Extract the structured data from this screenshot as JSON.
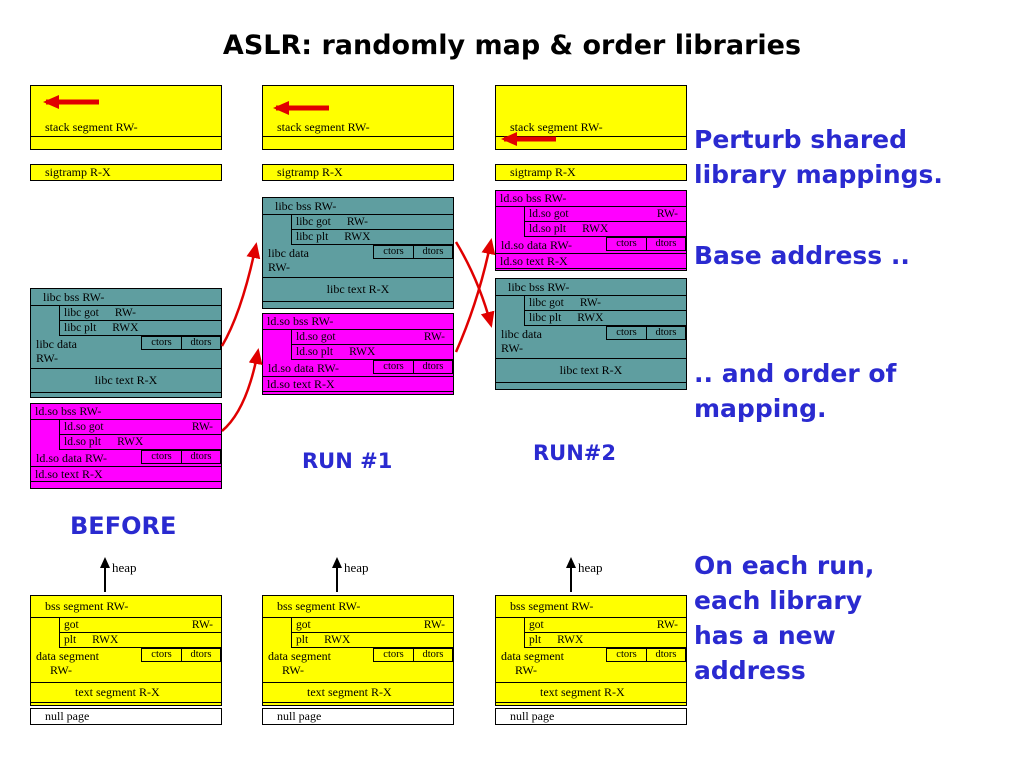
{
  "title": "ASLR: randomly map & order libraries",
  "side_notes": {
    "perturb": "Perturb shared\nlibrary mappings.",
    "base": "Base address ..",
    "order": ".. and order of\nmapping.",
    "each_run": "On each run,\neach library\nhas a new\naddress"
  },
  "captions": {
    "before": "BEFORE",
    "run1": "RUN #1",
    "run2": "RUN#2"
  },
  "mem": {
    "stack": "stack segment RW-",
    "sigtramp": "sigtramp R-X",
    "heap": "heap",
    "null_page": "null page",
    "ctors": "ctors",
    "dtors": "dtors"
  },
  "libc": {
    "bss": "libc bss RW-",
    "got": "libc got",
    "got_perm": "RW-",
    "plt": "libc plt",
    "plt_perm": "RWX",
    "data": "libc data",
    "data_perm": "RW-",
    "text": "libc text R-X"
  },
  "ldso": {
    "bss": "ld.so bss RW-",
    "got": "ld.so got",
    "got_perm": "RW-",
    "plt": "ld.so plt",
    "plt_perm": "RWX",
    "data": "ld.so data RW-",
    "text": "ld.so text R-X"
  },
  "exe": {
    "bss": "bss segment RW-",
    "got": "got",
    "got_perm": "RW-",
    "plt": "plt",
    "plt_perm": "RWX",
    "data": "data segment",
    "data_perm": "RW-",
    "text": "text segment R-X"
  },
  "colors": {
    "yellow": "#ffff00",
    "teal": "#5f9ea0",
    "magenta": "#ff00ff",
    "arrow_red": "#e00000",
    "note_blue": "#2a2ad0"
  }
}
